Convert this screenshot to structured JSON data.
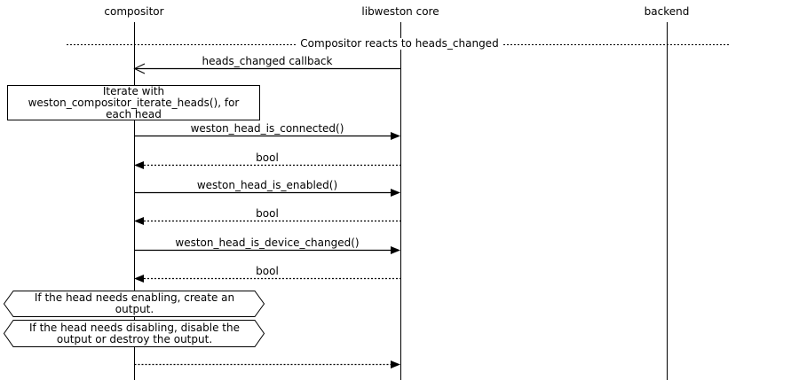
{
  "colors": {
    "line": "#000000",
    "background": "#ffffff"
  },
  "participants": [
    {
      "label": "compositor"
    },
    {
      "label": "libweston core"
    },
    {
      "label": "backend"
    }
  ],
  "divider": {
    "label": "Compositor reacts to heads_changed"
  },
  "messages": [
    {
      "label": "heads_changed callback",
      "from": "libweston core",
      "to": "compositor",
      "line": "solid",
      "arrow": "open"
    },
    {
      "label": "weston_head_is_connected()",
      "from": "compositor",
      "to": "libweston core",
      "line": "solid",
      "arrow": "filled"
    },
    {
      "label": "bool",
      "from": "libweston core",
      "to": "compositor",
      "line": "dotted",
      "arrow": "filled"
    },
    {
      "label": "weston_head_is_enabled()",
      "from": "compositor",
      "to": "libweston core",
      "line": "solid",
      "arrow": "filled"
    },
    {
      "label": "bool",
      "from": "libweston core",
      "to": "compositor",
      "line": "dotted",
      "arrow": "filled"
    },
    {
      "label": "weston_head_is_device_changed()",
      "from": "compositor",
      "to": "libweston core",
      "line": "solid",
      "arrow": "filled"
    },
    {
      "label": "bool",
      "from": "libweston core",
      "to": "compositor",
      "line": "dotted",
      "arrow": "filled"
    },
    {
      "label": "",
      "from": "compositor",
      "to": "libweston core",
      "line": "dotted",
      "arrow": "filled"
    }
  ],
  "notes": [
    {
      "shape": "rectangle",
      "lines": [
        "Iterate with",
        "weston_compositor_iterate_heads(), for",
        "each head"
      ]
    },
    {
      "shape": "hexagon",
      "lines": [
        "If the head needs enabling, create an",
        "output."
      ]
    },
    {
      "shape": "hexagon",
      "lines": [
        "If the head needs disabling, disable the",
        "output or destroy the output."
      ]
    }
  ]
}
